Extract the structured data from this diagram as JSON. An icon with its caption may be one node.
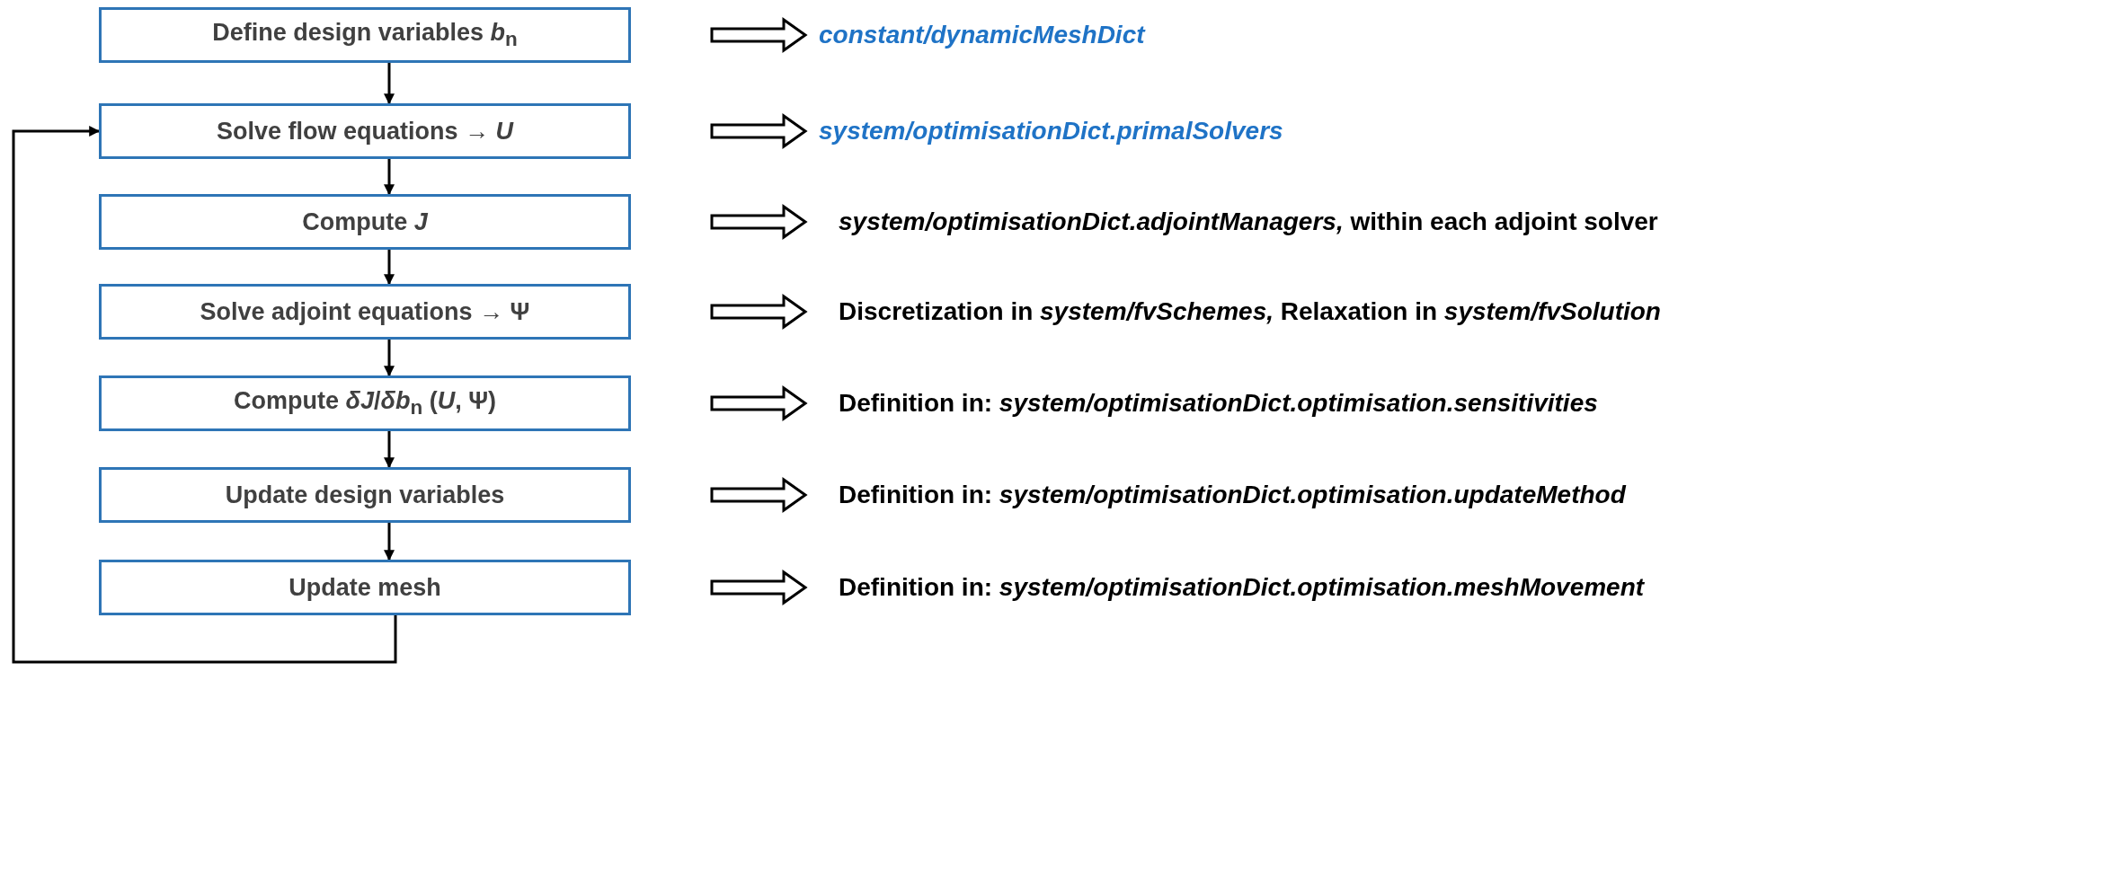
{
  "diagram": {
    "nodes": [
      {
        "text": [
          "Define design variables *b*$_{n}$"
        ]
      },
      {
        "text": [
          "Solve flow equations → *U*"
        ]
      },
      {
        "text": [
          "Compute *J*"
        ]
      },
      {
        "text": [
          "Solve adjoint equations → Ψ"
        ]
      },
      {
        "text": [
          "Compute *δJ*/*δb*$_{n}$ (*U*, Ψ)"
        ]
      },
      {
        "text": [
          "Update design variables"
        ]
      },
      {
        "text": [
          "Update mesh"
        ]
      },
      {
        "text": [
          "*constant/dynamicMeshDict*"
        ]
      },
      {
        "text": [
          "*system/optimisationDict.primalSolvers*"
        ]
      },
      {
        "text": [
          "*system/optimisationDict.adjointManagers,* within each adjoint solver"
        ]
      },
      {
        "text": [
          "Discretization in *system/fvSchemes,* Relaxation in *system/fvSolution*"
        ]
      },
      {
        "text": [
          "Definition in: *system/optimisationDict.optimisation.sensitivities*"
        ]
      },
      {
        "text": [
          "Definition in: *system/optimisationDict.optimisation.updateMethod*"
        ]
      },
      {
        "text": [
          "Definition in: *system/optimisationDict.optimisation.meshMovement*"
        ]
      }
    ],
    "edges": [
      {
        "from": 0,
        "to": 1,
        "arrow": "to"
      },
      {
        "from": 1,
        "to": 2,
        "arrow": "to"
      },
      {
        "from": 2,
        "to": 3,
        "arrow": "to"
      },
      {
        "from": 3,
        "to": 4,
        "arrow": "to"
      },
      {
        "from": 4,
        "to": 5,
        "arrow": "to"
      },
      {
        "from": 5,
        "to": 6,
        "arrow": "to"
      },
      {
        "from": 6,
        "to": 1,
        "arrow": "to"
      },
      {
        "from": 0,
        "to": 7,
        "arrow": "to",
        "style": "thick"
      },
      {
        "from": 1,
        "to": 8,
        "arrow": "to",
        "style": "thick"
      },
      {
        "from": 2,
        "to": 9,
        "arrow": "to",
        "style": "thick"
      },
      {
        "from": 3,
        "to": 10,
        "arrow": "to",
        "style": "thick"
      },
      {
        "from": 4,
        "to": 11,
        "arrow": "to",
        "style": "thick"
      },
      {
        "from": 5,
        "to": 12,
        "arrow": "to",
        "style": "thick"
      },
      {
        "from": 6,
        "to": 13,
        "arrow": "to",
        "style": "thick"
      }
    ]
  }
}
